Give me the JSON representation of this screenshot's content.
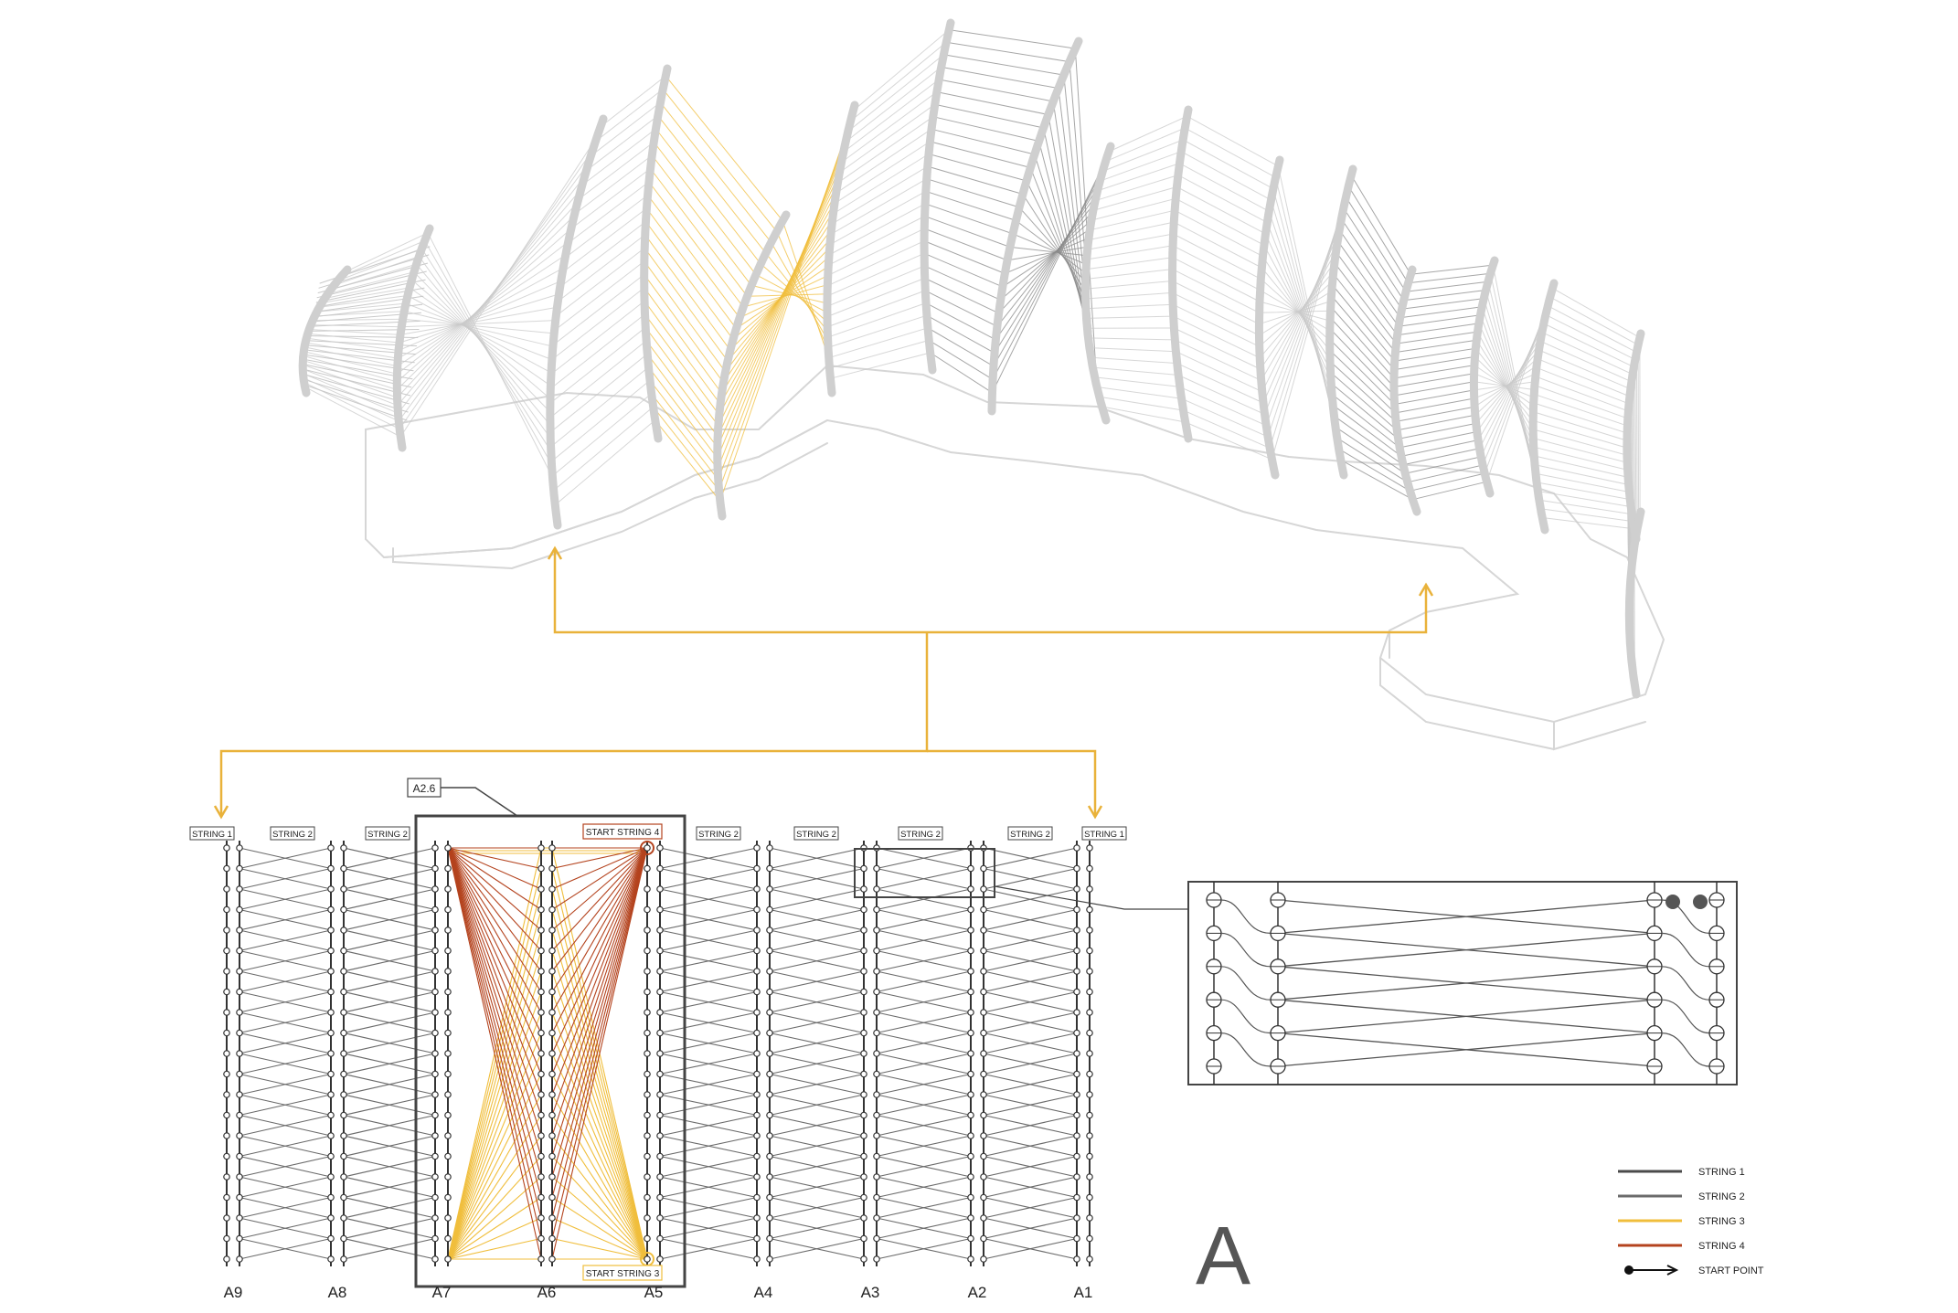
{
  "colors": {
    "string1": "#4a4a4a",
    "string2": "#6b6b6b",
    "string3": "#f0be3c",
    "string4": "#b4431e",
    "callout": "#e9b23a",
    "structure": "#d2d2d2",
    "frame": "#444444"
  },
  "labels": {
    "tag_string1": "STRING 1",
    "tag_string2": "STRING 2",
    "start_string4": "START STRING 4",
    "start_string3": "START STRING 3",
    "detail_ref": "A2.6",
    "section_letter": "A"
  },
  "columns": [
    "A9",
    "A8",
    "A7",
    "A6",
    "A5",
    "A4",
    "A3",
    "A2",
    "A1"
  ],
  "legend": [
    {
      "label": "STRING 1",
      "color": "#4a4a4a",
      "icon": "line"
    },
    {
      "label": "STRING 2",
      "color": "#6b6b6b",
      "icon": "line"
    },
    {
      "label": "STRING 3",
      "color": "#f0be3c",
      "icon": "line"
    },
    {
      "label": "STRING 4",
      "color": "#b4431e",
      "icon": "line"
    },
    {
      "label": "START POINT",
      "color": "#111111",
      "icon": "start-arrow"
    }
  ]
}
